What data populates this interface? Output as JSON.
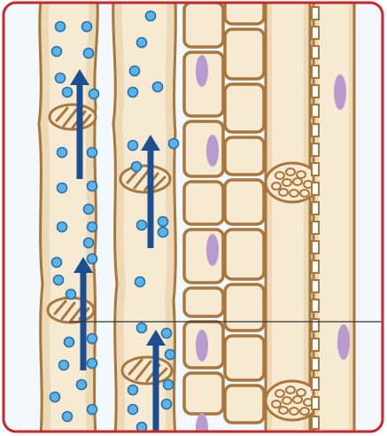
{
  "figure": {
    "panel_border_color": "#c8282c",
    "panel_background": "#f2f8fc",
    "cell_wall_color": "#a9763c",
    "cell_fill_color": "#ecd9b6",
    "cell_inner_fill_color": "#f7ead2",
    "plastid_color": "#b99bd0",
    "water_dot_color": "#5ab4e8",
    "arrow_color": "#1b4f91",
    "pointer_line_color": "#333333",
    "icons": [
      "upward-flow-arrow",
      "water-molecule-dot",
      "sieve-plate",
      "nucleus-plastid"
    ]
  }
}
